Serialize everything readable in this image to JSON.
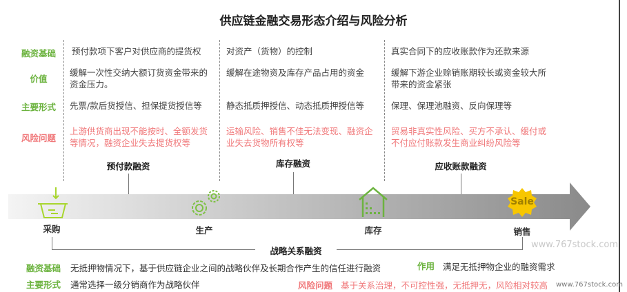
{
  "title": "供应链金融交易形态介绍与风险分析",
  "row_labels": [
    "融资基础",
    "价值",
    "主要形式",
    "风险问题"
  ],
  "columns": [
    {
      "basis": "预付款项下客户对供应商的提货权",
      "value": "缓解一次性交纳大额订货资金带来的资金压力。",
      "form": "先票/款后货授信、担保提货授信等",
      "risk": "上游供货商出现不能按时、全额发货等情况，融资企业失去提货权等",
      "stage": "预付款融资"
    },
    {
      "basis": "对资产（货物）的控制",
      "value": "缓解在途物资及库存产品占用的资金",
      "form": "静态抵质押授信、动态抵质押授信等",
      "risk": "运输风险、销售不佳无法变现、融资企业失去货物所有权等",
      "stage": "库存融资"
    },
    {
      "basis": "真实合同下的应收账款作为还款来源",
      "value": "缓解下游企业赊销账期较长或资金较大所带来的资金紧张",
      "form": "保理、保理池融资、反向保理等",
      "risk": "贸易非真实性风险、买方不承认、缓付或不付应付账款发生商业纠纷风险等",
      "stage": "应收账款融资"
    }
  ],
  "nodes": [
    "采购",
    "生产",
    "库存",
    "销售"
  ],
  "sale_badge": "Sale",
  "strategic": {
    "title": "战略关系融资",
    "basis_label": "融资基础",
    "basis": "无抵押物情况下，基于供应链企业之间的战略伙伴及长期合作产生的信任进行融资",
    "form_label": "主要形式",
    "form": "通常选择一级分销商作为战略伙伴",
    "effect_label": "作用",
    "effect": "满足无抵押物企业的融资需求",
    "risk_label": "风险问题",
    "risk": "基于关系治理，不可控性强，无抵押无，风险相对较高"
  },
  "watermark": "www.767stock.com",
  "watermark_small": "www.767stock.com",
  "colors": {
    "green": "#6cb33f",
    "red": "#f0787a",
    "yellow": "#f7c600"
  }
}
